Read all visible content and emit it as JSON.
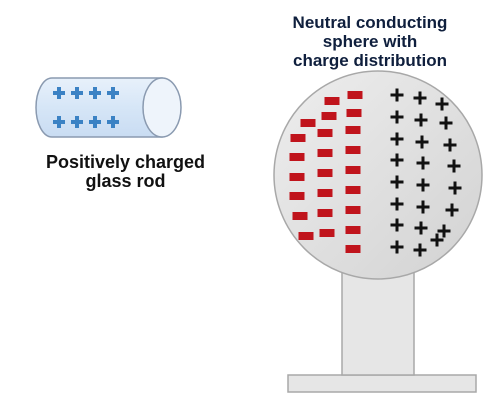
{
  "rod": {
    "label": "Positively charged\nglass rod",
    "charge_symbol": "+",
    "charge_count": 8,
    "charge_color": "#3b82c4"
  },
  "sphere": {
    "label": "Neutral conducting\nsphere with\ncharge distribution",
    "negative_charge_count": 24,
    "positive_charge_count": 24,
    "negative_color": "#c0141c",
    "positive_color": "#111111",
    "positive_symbol": "+"
  },
  "colors": {
    "rod_fill": "#dbe9f8",
    "rod_stroke": "#8a9ab0",
    "sphere_fill": "#dcdcdc",
    "sphere_stroke": "#a8a8a8",
    "stand_fill": "#e6e6e6",
    "stand_stroke": "#a8a8a8",
    "label_color": "#0f1f3d"
  }
}
